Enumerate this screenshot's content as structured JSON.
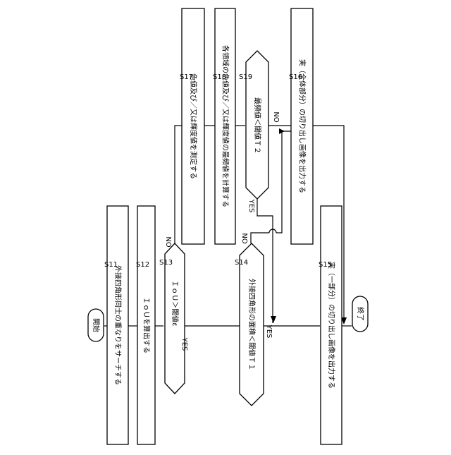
{
  "terminals": {
    "start": "開始",
    "end": "終了"
  },
  "steps": {
    "s11": {
      "id": "S11",
      "text": "外接四角形同士の重なりをサーチする"
    },
    "s12": {
      "id": "S12",
      "text": "ＩｏＵを算出する"
    },
    "s13": {
      "id": "S13",
      "text": "ＩｏＵ＞閾値ε"
    },
    "s14": {
      "id": "S14",
      "text": "外接四角形の面積＜閾値Ｔ１"
    },
    "s15": {
      "id": "S15",
      "text": "実（一部分）の切り出し画像を出力する"
    },
    "s16": {
      "id": "S16",
      "text": "実（全体部分）の切り出し画像を出力する"
    },
    "s17": {
      "id": "S17",
      "text": "色値及び／又は輝度値を測定する"
    },
    "s18": {
      "id": "S18",
      "text": "各領域の色値及び／又は輝度値の最頻値を計算する"
    },
    "s19": {
      "id": "S19",
      "text": "最頻値＜閾値Ｔ２"
    }
  },
  "branch_labels": {
    "s13_yes": "YES",
    "s13_no": "NO",
    "s14_yes": "YES",
    "s14_no": "NO",
    "s19_yes": "YES",
    "s19_no": "NO"
  },
  "colors": {
    "stroke": "#000000",
    "background": "#ffffff"
  }
}
